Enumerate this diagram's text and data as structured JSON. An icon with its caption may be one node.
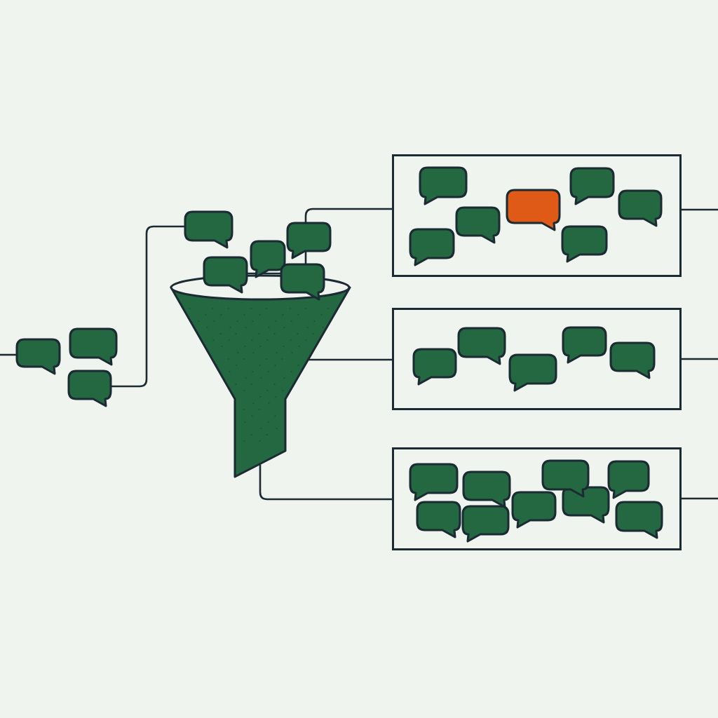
{
  "diagram": {
    "nodes": [
      {
        "text": [],
        "shape": "bubble"
      },
      {
        "text": [],
        "shape": "bubble"
      },
      {
        "text": [],
        "shape": "bubble"
      },
      {
        "text": [],
        "shape": "bubble"
      },
      {
        "text": [],
        "shape": "bubble"
      },
      {
        "text": [],
        "shape": "bubble"
      },
      {
        "text": [],
        "shape": "bubble"
      },
      {
        "text": [],
        "shape": "bubble"
      },
      {
        "text": [],
        "shape": "funnel"
      },
      {
        "text": [],
        "shape": "box"
      },
      {
        "text": [],
        "shape": "bubble",
        "in": 9
      },
      {
        "text": [],
        "shape": "bubble",
        "in": 9
      },
      {
        "text": [],
        "shape": "bubble",
        "in": 9
      },
      {
        "text": [],
        "shape": "bubble",
        "in": 9
      },
      {
        "text": [],
        "shape": "bubble",
        "in": 9
      },
      {
        "text": [],
        "shape": "bubble",
        "in": 9
      },
      {
        "text": [],
        "shape": "bubble",
        "in": 9
      },
      {
        "text": [],
        "shape": "box"
      },
      {
        "text": [],
        "shape": "bubble",
        "in": 17
      },
      {
        "text": [],
        "shape": "bubble",
        "in": 17
      },
      {
        "text": [],
        "shape": "bubble",
        "in": 17
      },
      {
        "text": [],
        "shape": "bubble",
        "in": 17
      },
      {
        "text": [],
        "shape": "bubble",
        "in": 17
      },
      {
        "text": [],
        "shape": "box"
      },
      {
        "text": [],
        "shape": "bubble",
        "in": 23
      },
      {
        "text": [],
        "shape": "bubble",
        "in": 23
      },
      {
        "text": [],
        "shape": "bubble",
        "in": 23
      },
      {
        "text": [],
        "shape": "bubble",
        "in": 23
      },
      {
        "text": [],
        "shape": "bubble",
        "in": 23
      },
      {
        "text": [],
        "shape": "bubble",
        "in": 23
      },
      {
        "text": [],
        "shape": "bubble",
        "in": 23
      },
      {
        "text": [],
        "shape": "bubble",
        "in": 23
      },
      {
        "text": [],
        "shape": "bubble",
        "in": 23
      }
    ],
    "edges": [
      {
        "from": null,
        "to": 0,
        "arrow": "none"
      },
      {
        "from": 2,
        "to": 3,
        "arrow": "none"
      },
      {
        "from": 6,
        "to": 7,
        "arrow": "none"
      },
      {
        "from": 7,
        "to": 4,
        "arrow": "none"
      },
      {
        "from": 4,
        "to": 9,
        "arrow": "none"
      },
      {
        "from": 8,
        "to": 17,
        "arrow": "none"
      },
      {
        "from": 8,
        "to": 23,
        "arrow": "none"
      },
      {
        "from": 9,
        "to": null,
        "arrow": "none"
      },
      {
        "from": 17,
        "to": null,
        "arrow": "none"
      },
      {
        "from": 23,
        "to": null,
        "arrow": "none"
      }
    ]
  }
}
